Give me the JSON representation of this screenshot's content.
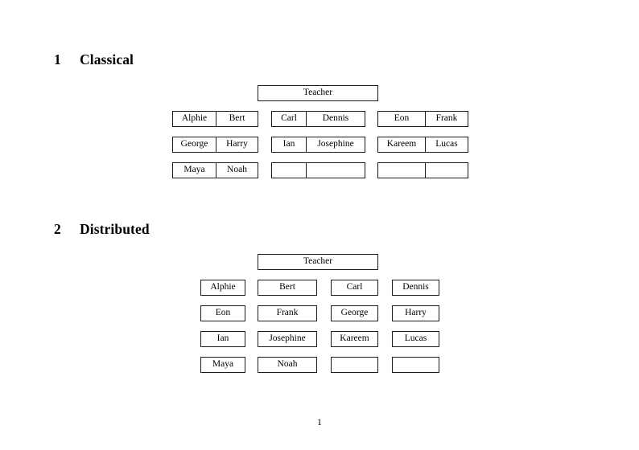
{
  "document": {
    "page_number": "1"
  },
  "sections": [
    {
      "number": "1",
      "title": "Classical",
      "layout": "grouped-pairs",
      "teacher": {
        "label": "Teacher"
      },
      "groups": [
        {
          "name": "group-left",
          "rows": [
            {
              "left": "Alphie",
              "right": "Bert"
            },
            {
              "left": "George",
              "right": "Harry"
            },
            {
              "left": "Maya",
              "right": "Noah"
            }
          ]
        },
        {
          "name": "group-middle",
          "rows": [
            {
              "left": "Carl",
              "right": "Dennis"
            },
            {
              "left": "Ian",
              "right": "Josephine"
            },
            {
              "left": "",
              "right": ""
            }
          ]
        },
        {
          "name": "group-right",
          "rows": [
            {
              "left": "Eon",
              "right": "Frank"
            },
            {
              "left": "Kareem",
              "right": "Lucas"
            },
            {
              "left": "",
              "right": ""
            }
          ]
        }
      ]
    },
    {
      "number": "2",
      "title": "Distributed",
      "layout": "grid-4x4",
      "teacher": {
        "label": "Teacher"
      },
      "rows": [
        [
          "Alphie",
          "Bert",
          "Carl",
          "Dennis"
        ],
        [
          "Eon",
          "Frank",
          "George",
          "Harry"
        ],
        [
          "Ian",
          "Josephine",
          "Kareem",
          "Lucas"
        ],
        [
          "Maya",
          "Noah",
          "",
          ""
        ]
      ]
    }
  ]
}
